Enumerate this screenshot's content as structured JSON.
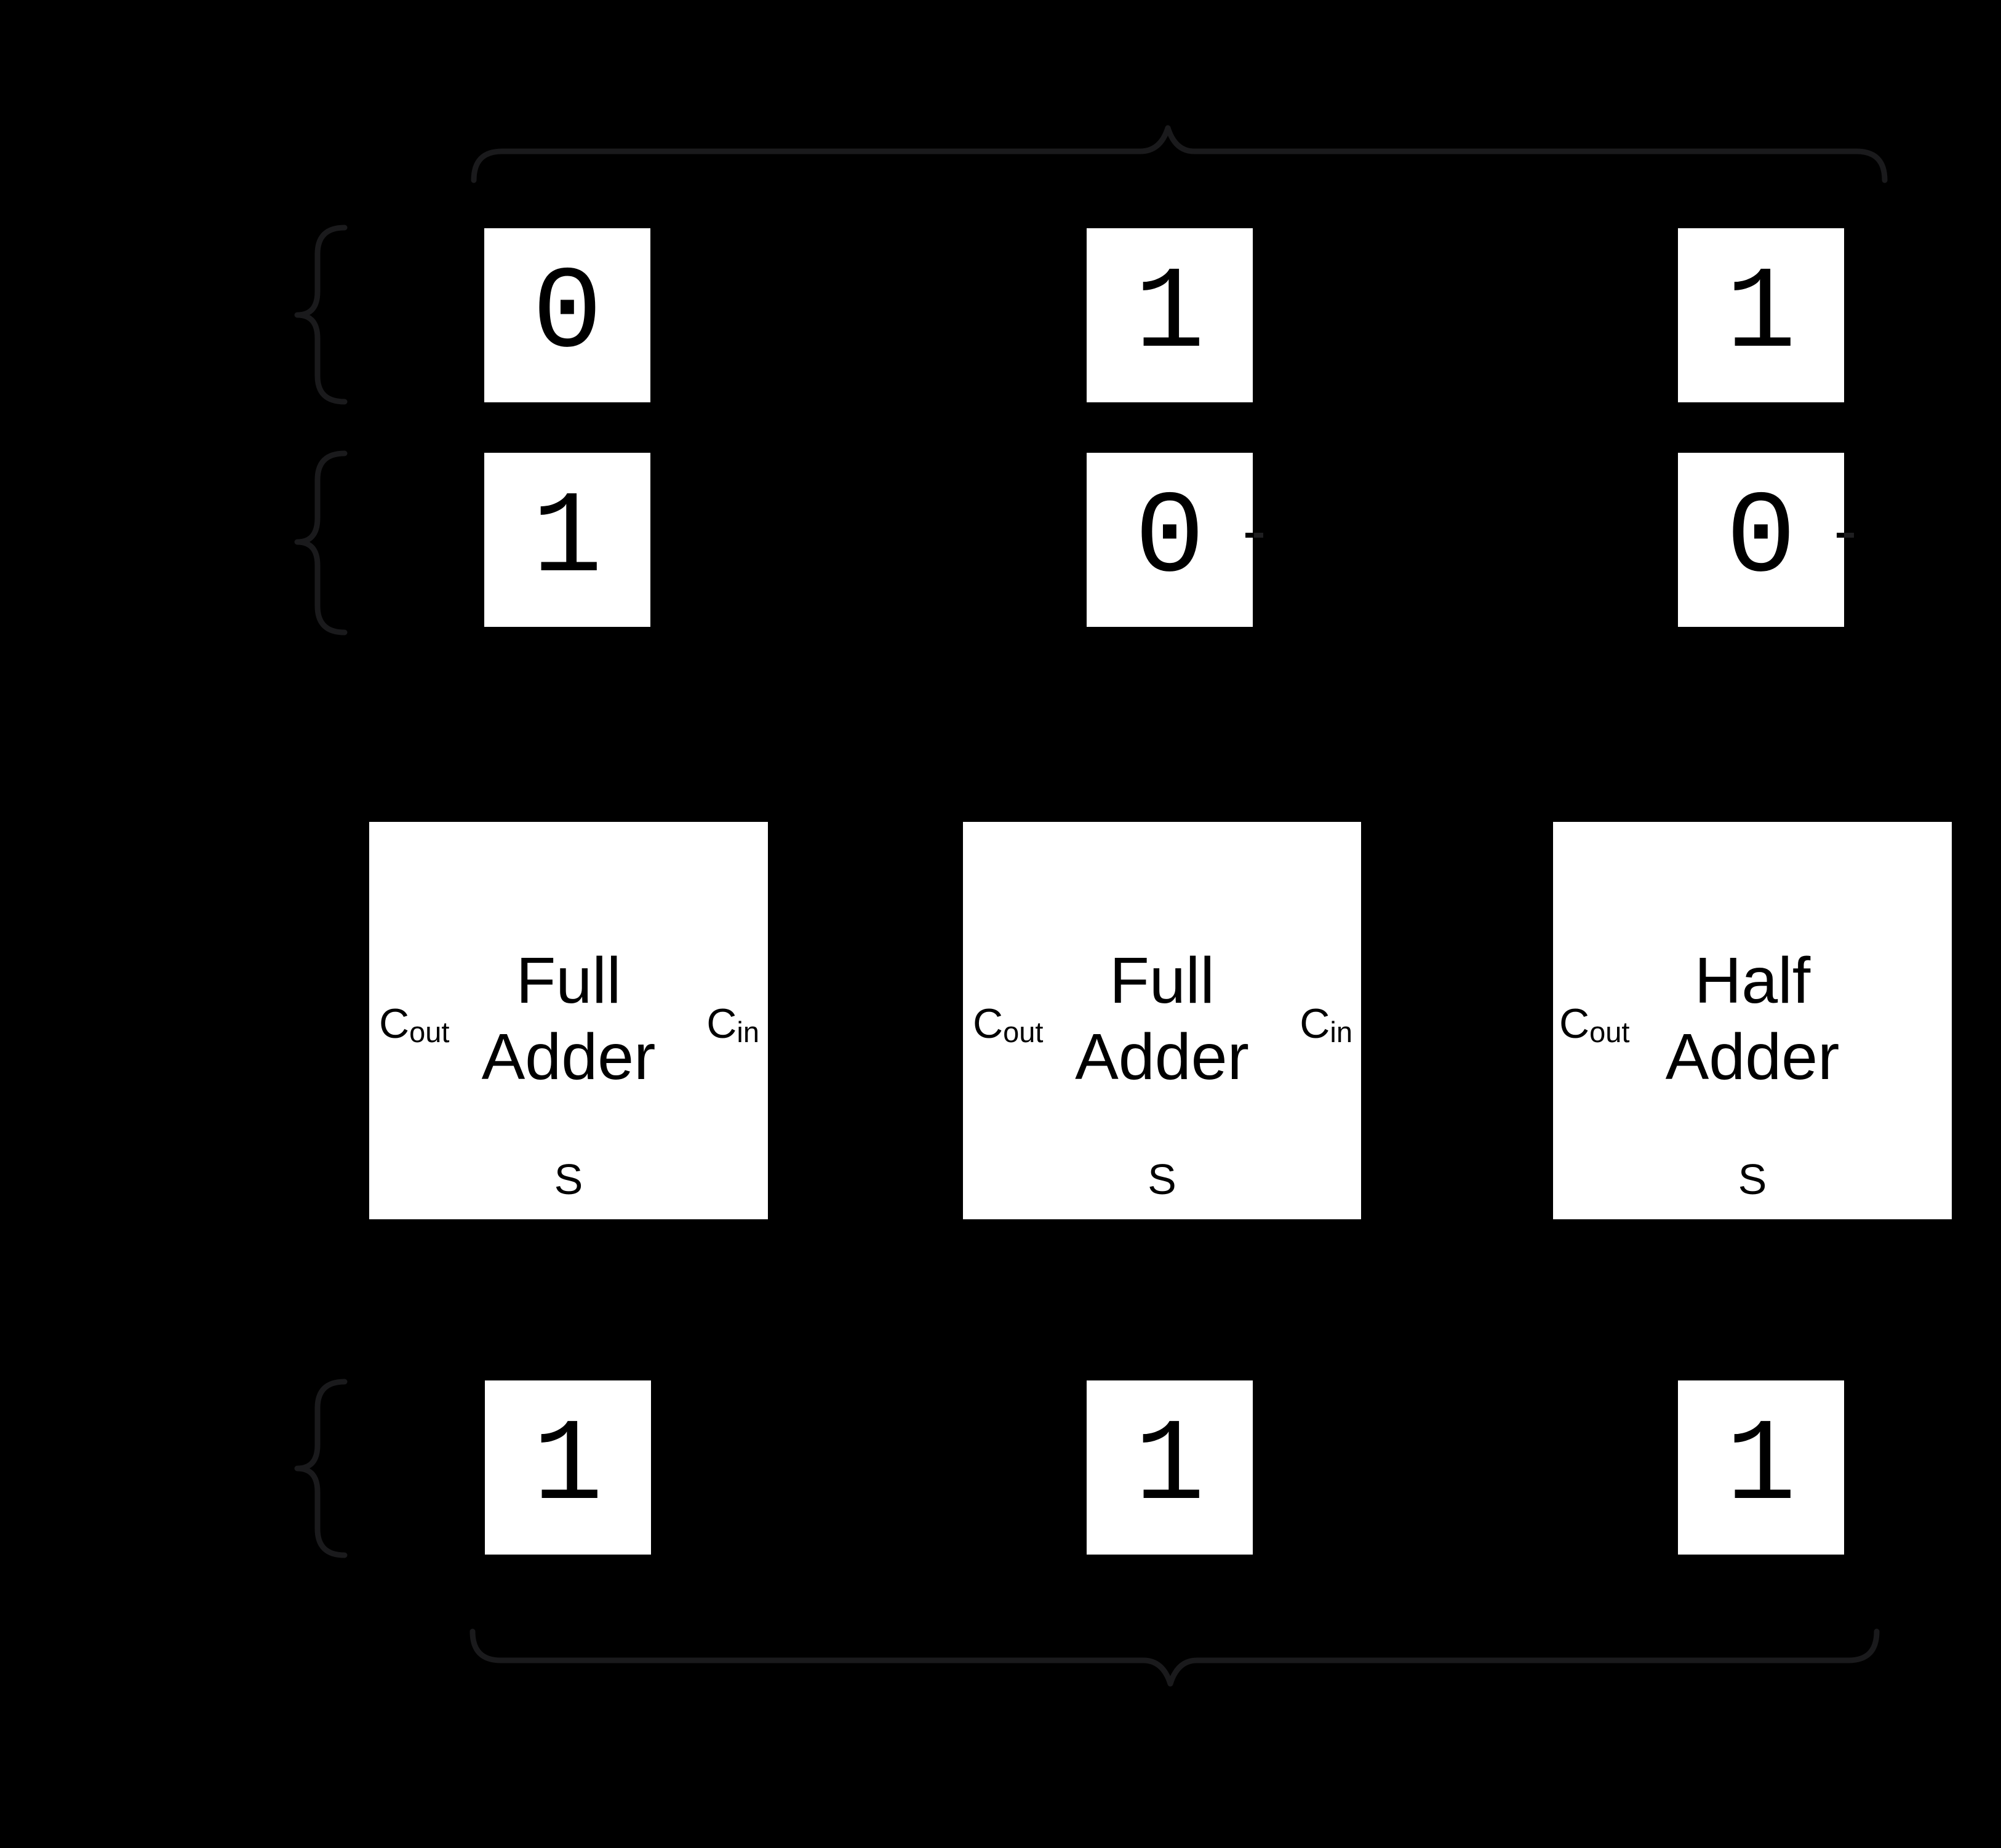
{
  "diagram": {
    "background": "#000000",
    "brace_color": "#1a1a1c",
    "box_color": "#ffffff",
    "ink_color": "#000000"
  },
  "bits": {
    "operand_a": [
      "0",
      "1",
      "1"
    ],
    "operand_b": [
      "1",
      "0",
      "0"
    ],
    "sum": [
      "1",
      "1",
      "1"
    ]
  },
  "adders": [
    {
      "title": [
        "Full",
        "Adder"
      ],
      "carry_out": {
        "main": "C",
        "sub": "out"
      },
      "carry_in": {
        "main": "C",
        "sub": "in"
      },
      "sum_label": "S"
    },
    {
      "title": [
        "Full",
        "Adder"
      ],
      "carry_out": {
        "main": "C",
        "sub": "out"
      },
      "carry_in": {
        "main": "C",
        "sub": "in"
      },
      "sum_label": "S"
    },
    {
      "title": [
        "Half",
        "Adder"
      ],
      "carry_out": {
        "main": "C",
        "sub": "out"
      },
      "sum_label": "S"
    }
  ]
}
